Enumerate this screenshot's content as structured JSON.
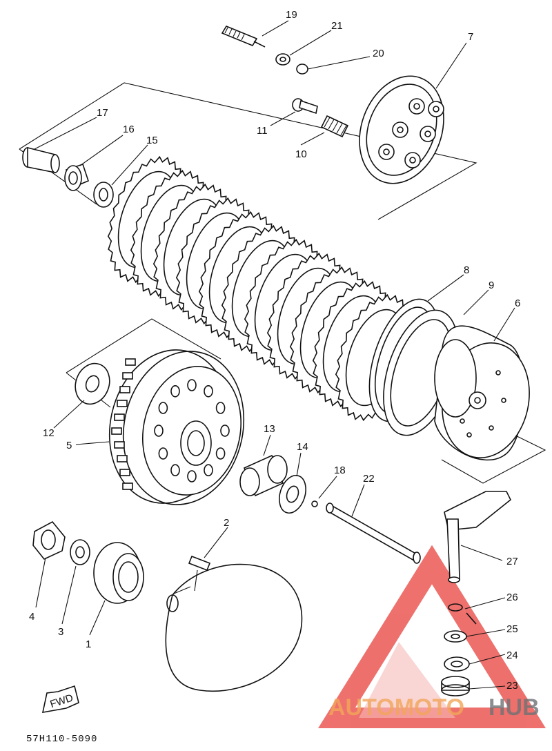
{
  "diagram": {
    "callouts": [
      {
        "id": "1",
        "text": "1"
      },
      {
        "id": "2",
        "text": "2"
      },
      {
        "id": "3",
        "text": "3"
      },
      {
        "id": "4",
        "text": "4"
      },
      {
        "id": "5",
        "text": "5"
      },
      {
        "id": "6",
        "text": "6"
      },
      {
        "id": "7",
        "text": "7"
      },
      {
        "id": "8",
        "text": "8"
      },
      {
        "id": "9",
        "text": "9"
      },
      {
        "id": "10",
        "text": "10"
      },
      {
        "id": "11",
        "text": "11"
      },
      {
        "id": "12",
        "text": "12"
      },
      {
        "id": "13",
        "text": "13"
      },
      {
        "id": "14",
        "text": "14"
      },
      {
        "id": "15",
        "text": "15"
      },
      {
        "id": "16",
        "text": "16"
      },
      {
        "id": "17",
        "text": "17"
      },
      {
        "id": "18",
        "text": "18"
      },
      {
        "id": "19",
        "text": "19"
      },
      {
        "id": "20",
        "text": "20"
      },
      {
        "id": "21",
        "text": "21"
      },
      {
        "id": "22",
        "text": "22"
      },
      {
        "id": "23",
        "text": "23"
      },
      {
        "id": "24",
        "text": "24"
      },
      {
        "id": "25",
        "text": "25"
      },
      {
        "id": "26",
        "text": "26"
      },
      {
        "id": "27",
        "text": "27"
      }
    ],
    "fwd_arrow_text": "FWD",
    "drawing_code": "57H110-5090"
  },
  "watermark": {
    "text_auto": "AUTOMOTO",
    "text_hub": "HUB",
    "color_red": "#e8413c",
    "color_orange": "#f2a65a",
    "color_gray": "#6f7275"
  }
}
